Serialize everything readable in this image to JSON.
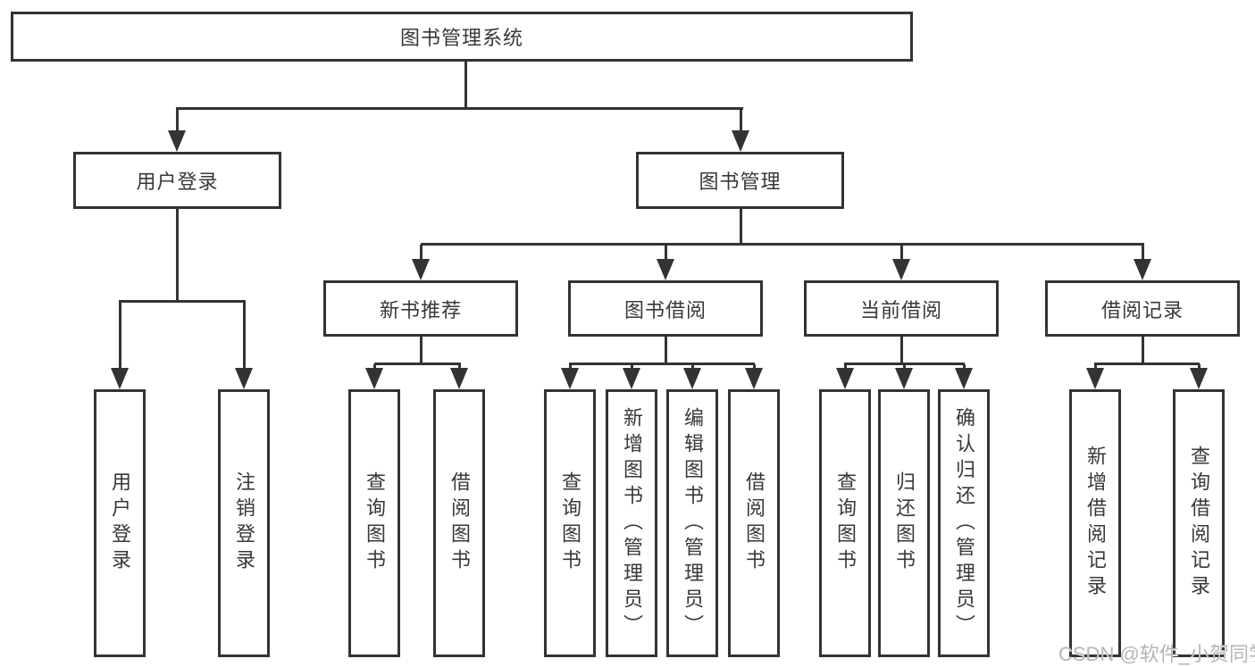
{
  "diagram": {
    "root": {
      "label": "图书管理系统"
    },
    "branches": [
      {
        "label": "用户登录",
        "children": [
          {
            "label": "用户登录"
          },
          {
            "label": "注销登录"
          }
        ]
      },
      {
        "label": "图书管理",
        "groups": [
          {
            "label": "新书推荐",
            "children": [
              {
                "label": "查询图书"
              },
              {
                "label": "借阅图书"
              }
            ]
          },
          {
            "label": "图书借阅",
            "children": [
              {
                "label": "查询图书"
              },
              {
                "label": "新增图书（管理员）"
              },
              {
                "label": "编辑图书（管理员）"
              },
              {
                "label": "借阅图书"
              }
            ]
          },
          {
            "label": "当前借阅",
            "children": [
              {
                "label": "查询图书"
              },
              {
                "label": "归还图书"
              },
              {
                "label": "确认归还（管理员）"
              }
            ]
          },
          {
            "label": "借阅记录",
            "children": [
              {
                "label": "新增借阅记录"
              },
              {
                "label": "查询借阅记录"
              }
            ]
          }
        ]
      }
    ]
  },
  "watermark": {
    "text": "CSDN @软件_小贺同学"
  },
  "colors": {
    "line": "#333333",
    "text": "#383838",
    "watermark": "#b5b5b5",
    "background": "#ffffff"
  }
}
